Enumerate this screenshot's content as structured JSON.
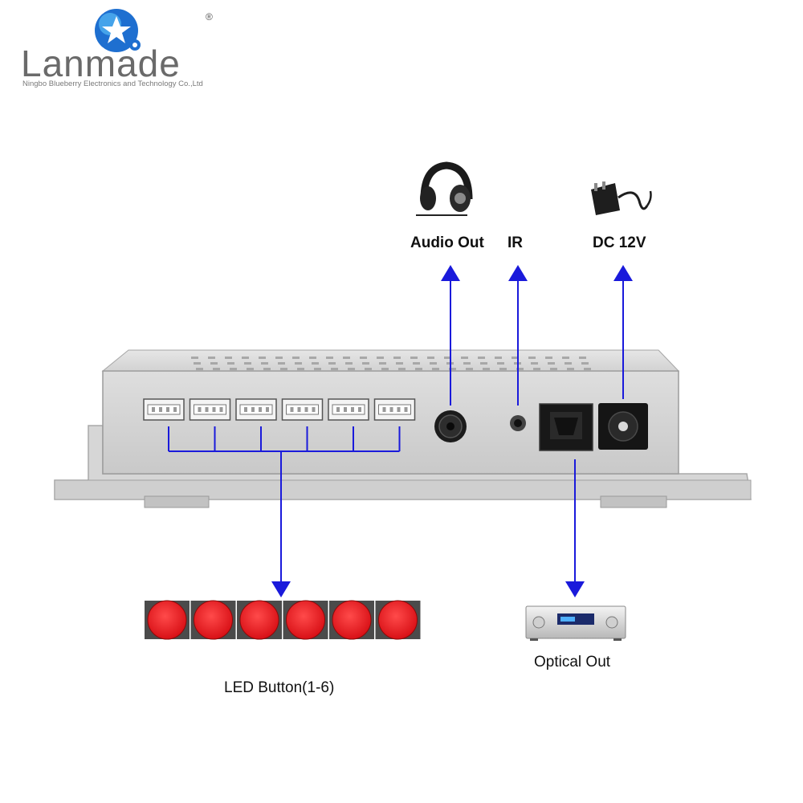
{
  "brand": {
    "name": "Lanmade",
    "company": "Ningbo Blueberry Electronics and Technology Co.,Ltd",
    "registered_mark": "®",
    "logo_colors": [
      "#1e6fd0",
      "#4fb0f0",
      "#6a6a6a"
    ]
  },
  "callouts": {
    "audio_out": "Audio Out",
    "ir": "IR",
    "dc_power": "DC 12V",
    "led_buttons": "LED Button(1-6)",
    "optical_out": "Optical Out"
  },
  "device": {
    "led_connector_count": 6,
    "led_button_count": 6,
    "led_button_color": "#e8181e"
  },
  "icons": [
    "headphones-icon",
    "power-adapter-icon",
    "amplifier-icon"
  ],
  "colors": {
    "arrow": "#1a1adb",
    "housing": "#d9d9d9"
  }
}
